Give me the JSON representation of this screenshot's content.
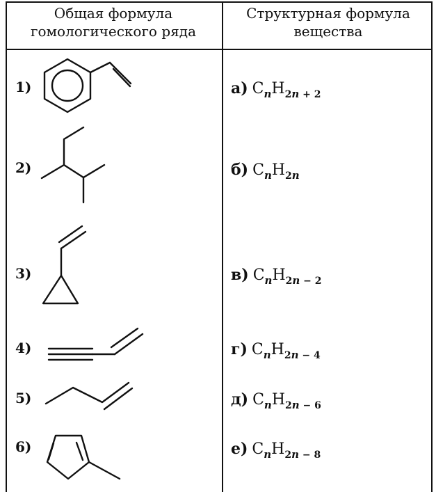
{
  "headers": {
    "left_line1": "Общая формула",
    "left_line2": "гомологического ряда",
    "right_line1": "Структурная формула",
    "right_line2": "вещества"
  },
  "left_items": [
    {
      "num": "1)",
      "structure": "styrene-icon"
    },
    {
      "num": "2)",
      "structure": "branched-alkane-icon"
    },
    {
      "num": "3)",
      "structure": "vinylcyclopropane-icon"
    },
    {
      "num": "4)",
      "structure": "vinylacetylene-icon"
    },
    {
      "num": "5)",
      "structure": "butene-icon"
    },
    {
      "num": "6)",
      "structure": "methylcyclopentadiene-icon"
    }
  ],
  "right_items": [
    {
      "label": "а)",
      "c": "C",
      "n1": "n",
      "h": "H",
      "sub": "2",
      "subn": "n",
      "tail": " + 2"
    },
    {
      "label": "б)",
      "c": "C",
      "n1": "n",
      "h": "H",
      "sub": "2",
      "subn": "n",
      "tail": ""
    },
    {
      "label": "в)",
      "c": "C",
      "n1": "n",
      "h": "H",
      "sub": "2",
      "subn": "n",
      "tail": " − 2"
    },
    {
      "label": "г)",
      "c": "C",
      "n1": "n",
      "h": "H",
      "sub": "2",
      "subn": "n",
      "tail": " − 4"
    },
    {
      "label": "д)",
      "c": "C",
      "n1": "n",
      "h": "H",
      "sub": "2",
      "subn": "n",
      "tail": " − 6"
    },
    {
      "label": "е)",
      "c": "C",
      "n1": "n",
      "h": "H",
      "sub": "2",
      "subn": "n",
      "tail": " − 8"
    }
  ]
}
